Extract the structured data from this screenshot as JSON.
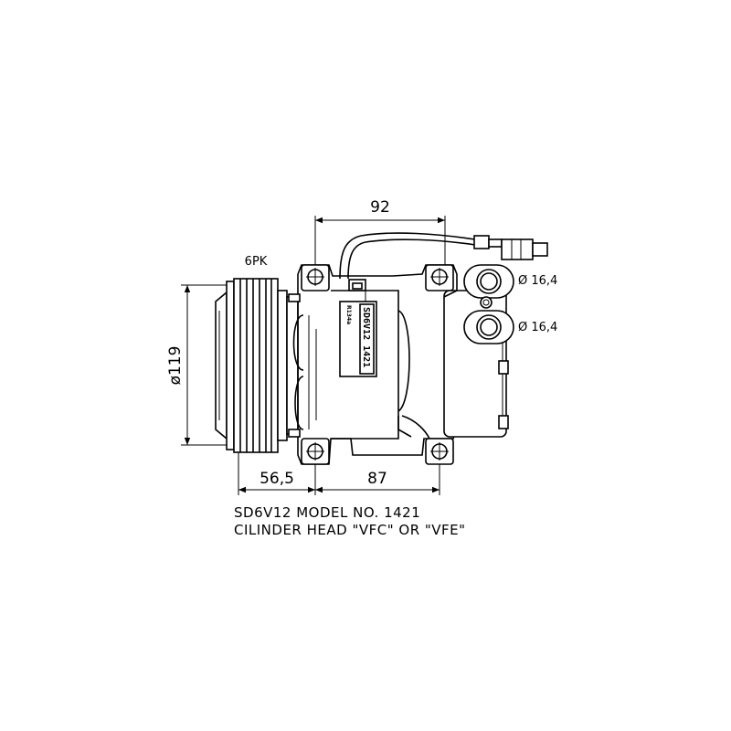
{
  "dimensions": {
    "width_top": "92",
    "pulley_grooves": "6PK",
    "pulley_diameter": "ø119",
    "port_upper": "Ø 16,4",
    "port_lower": "Ø 16,4",
    "offset_front": "56,5",
    "mount_spacing": "87"
  },
  "label_plate": {
    "model": "SD6V12 1421",
    "refrigerant": "R134a"
  },
  "caption": {
    "line1": "SD6V12 MODEL NO. 1421",
    "line2": "CILINDER HEAD \"VFC\" OR \"VFE\""
  }
}
